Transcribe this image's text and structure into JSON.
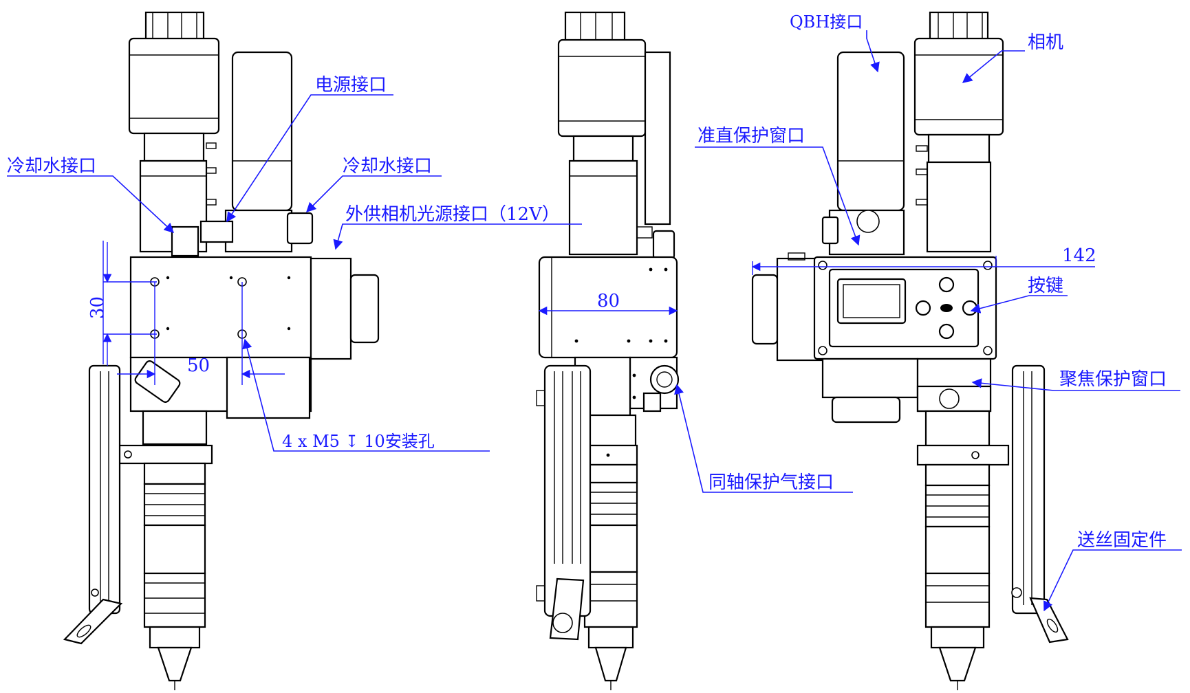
{
  "callouts": {
    "power_port": "电源接口",
    "cooling_water_left": "冷却水接口",
    "cooling_water_right": "冷却水接口",
    "camera_light_port": "外供相机光源接口（12V）",
    "mount_holes": "4 x  M5  ↧ 10安装孔",
    "coaxial_gas_port": "同轴保护气接口",
    "qbh_port": "QBH接口",
    "camera": "相机",
    "collimator_window": "准直保护窗口",
    "keys": "按键",
    "focus_window": "聚焦保护窗口",
    "wire_feed_fixture": "送丝固定件"
  },
  "dimensions": {
    "d30": "30",
    "d50": "50",
    "d80": "80",
    "d142": "142"
  },
  "colors": {
    "annotation": "#1a1aff",
    "outline": "#000000",
    "background": "#ffffff"
  }
}
